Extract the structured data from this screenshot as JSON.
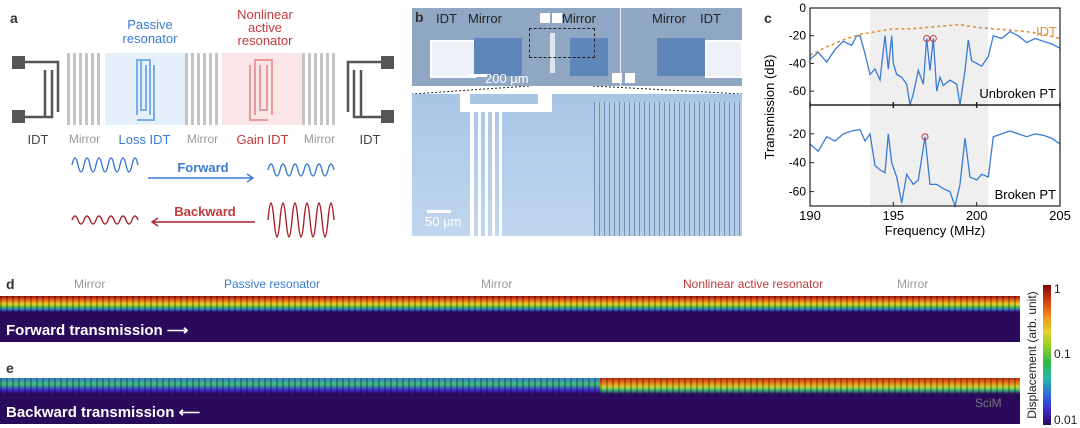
{
  "panel_a": {
    "label": "a",
    "passive_title": "Passive resonator",
    "passive_line1": "Passive",
    "passive_line2": "resonator",
    "active_line1": "Nonlinear",
    "active_line2": "active",
    "active_line3": "resonator",
    "components": [
      "IDT",
      "Mirror",
      "Loss IDT",
      "Mirror",
      "Gain IDT",
      "Mirror",
      "IDT"
    ],
    "forward_label": "Forward",
    "backward_label": "Backward",
    "colors": {
      "passive": "#3a7bd5",
      "active": "#c0393b",
      "mirror": "#bbbbbb",
      "idt": "#555555"
    }
  },
  "panel_b": {
    "label": "b",
    "top_labels": [
      "IDT",
      "Mirror",
      "Mirror",
      "Mirror",
      "IDT"
    ],
    "scale_top": "200 µm",
    "scale_bottom": "50 µm"
  },
  "panel_c": {
    "label": "c"
  },
  "panel_d": {
    "label": "d",
    "regions": [
      "Mirror",
      "Passive resonator",
      "Mirror",
      "Nonlinear active resonator",
      "Mirror"
    ],
    "caption": "Forward transmission"
  },
  "panel_e": {
    "label": "e",
    "caption": "Backward transmission",
    "watermark": "SciM"
  },
  "colorbar": {
    "title": "Displacement (arb. unit)",
    "ticks": [
      "1",
      "0.1",
      "0.01"
    ]
  },
  "chart_data": {
    "type": "line",
    "xlabel": "Frequency (MHz)",
    "ylabel": "Transmission (dB)",
    "xlim": [
      190,
      205
    ],
    "ylim": [
      -70,
      0
    ],
    "xticks": [
      190,
      195,
      200,
      205
    ],
    "yticks_top": [
      0,
      -20,
      -40,
      -60
    ],
    "yticks_bottom": [
      -20,
      -40,
      -60
    ],
    "shaded_band": [
      193.6,
      200.7
    ],
    "panels": [
      {
        "name": "Unbroken PT",
        "series": [
          {
            "name": "Transmission",
            "color": "#3a7bd5",
            "x": [
              190,
              190.5,
              191,
              191.5,
              192,
              192.5,
              192.8,
              193.0,
              193.3,
              193.6,
              193.9,
              194.2,
              194.5,
              194.7,
              194.9,
              195.0,
              195.2,
              195.5,
              195.8,
              196.0,
              196.2,
              196.5,
              196.8,
              197.0,
              197.2,
              197.4,
              197.6,
              197.8,
              198.0,
              198.4,
              198.8,
              199.0,
              199.3,
              199.5,
              199.7,
              200.0,
              200.3,
              200.7,
              201.0,
              201.5,
              202.0,
              202.5,
              203.0,
              203.5,
              204.0,
              204.5,
              205
            ],
            "values": [
              -37,
              -32,
              -39,
              -30,
              -24,
              -27,
              -20,
              -20,
              -33,
              -48,
              -44,
              -52,
              -20,
              -44,
              -20,
              -40,
              -48,
              -50,
              -55,
              -70,
              -62,
              -45,
              -55,
              -22,
              -45,
              -22,
              -60,
              -50,
              -56,
              -52,
              -55,
              -70,
              -45,
              -23,
              -38,
              -40,
              -42,
              -35,
              -20,
              -22,
              -17,
              -20,
              -25,
              -22,
              -24,
              -26,
              -29
            ]
          },
          {
            "name": "IDT",
            "color": "#e0913a",
            "style": "dashed",
            "x": [
              190,
              191,
              192,
              193,
              194,
              195,
              196,
              197,
              198,
              199,
              200,
              201,
              202,
              203,
              204,
              205
            ],
            "values": [
              -34,
              -28,
              -23,
              -19,
              -17,
              -15,
              -15,
              -14,
              -13,
              -12,
              -14,
              -15,
              -16,
              -17,
              -19,
              -22
            ]
          }
        ],
        "markers": [
          {
            "x": 197.0,
            "y": -22
          },
          {
            "x": 197.4,
            "y": -22
          }
        ]
      },
      {
        "name": "Broken PT",
        "series": [
          {
            "name": "Transmission",
            "color": "#3a7bd5",
            "x": [
              190,
              190.5,
              191,
              191.5,
              192,
              192.5,
              193.0,
              193.3,
              193.6,
              193.9,
              194.2,
              194.5,
              194.7,
              194.9,
              195.2,
              195.5,
              195.8,
              196.2,
              196.5,
              196.9,
              197.2,
              197.6,
              198.0,
              198.4,
              198.7,
              199.0,
              199.3,
              199.6,
              200.0,
              200.3,
              200.7,
              201.0,
              201.5,
              202.0,
              202.5,
              203.0,
              203.5,
              204.0,
              204.5,
              205
            ],
            "values": [
              -27,
              -32,
              -22,
              -25,
              -20,
              -18,
              -17,
              -25,
              -20,
              -42,
              -45,
              -47,
              -20,
              -40,
              -50,
              -68,
              -48,
              -55,
              -52,
              -22,
              -55,
              -55,
              -58,
              -60,
              -70,
              -55,
              -23,
              -50,
              -52,
              -48,
              -50,
              -22,
              -20,
              -18,
              -20,
              -22,
              -20,
              -21,
              -23,
              -27
            ]
          }
        ],
        "markers": [
          {
            "x": 196.9,
            "y": -22
          }
        ]
      }
    ],
    "legend": [
      "IDT"
    ]
  }
}
